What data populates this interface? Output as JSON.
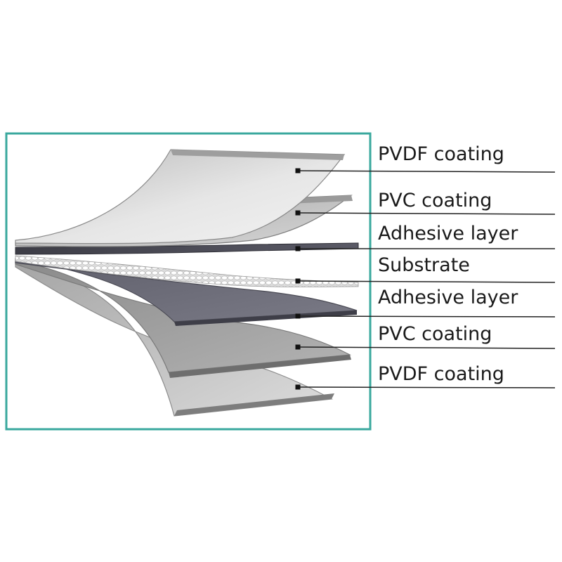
{
  "colors": {
    "frame": "#3aa89e",
    "leader": "#222222",
    "text": "#1a1a1a"
  },
  "layers": [
    {
      "label": "PVDF coating"
    },
    {
      "label": "PVC coating"
    },
    {
      "label": "Adhesive layer"
    },
    {
      "label": "Substrate"
    },
    {
      "label": "Adhesive layer"
    },
    {
      "label": "PVC coating"
    },
    {
      "label": "PVDF coating"
    }
  ]
}
